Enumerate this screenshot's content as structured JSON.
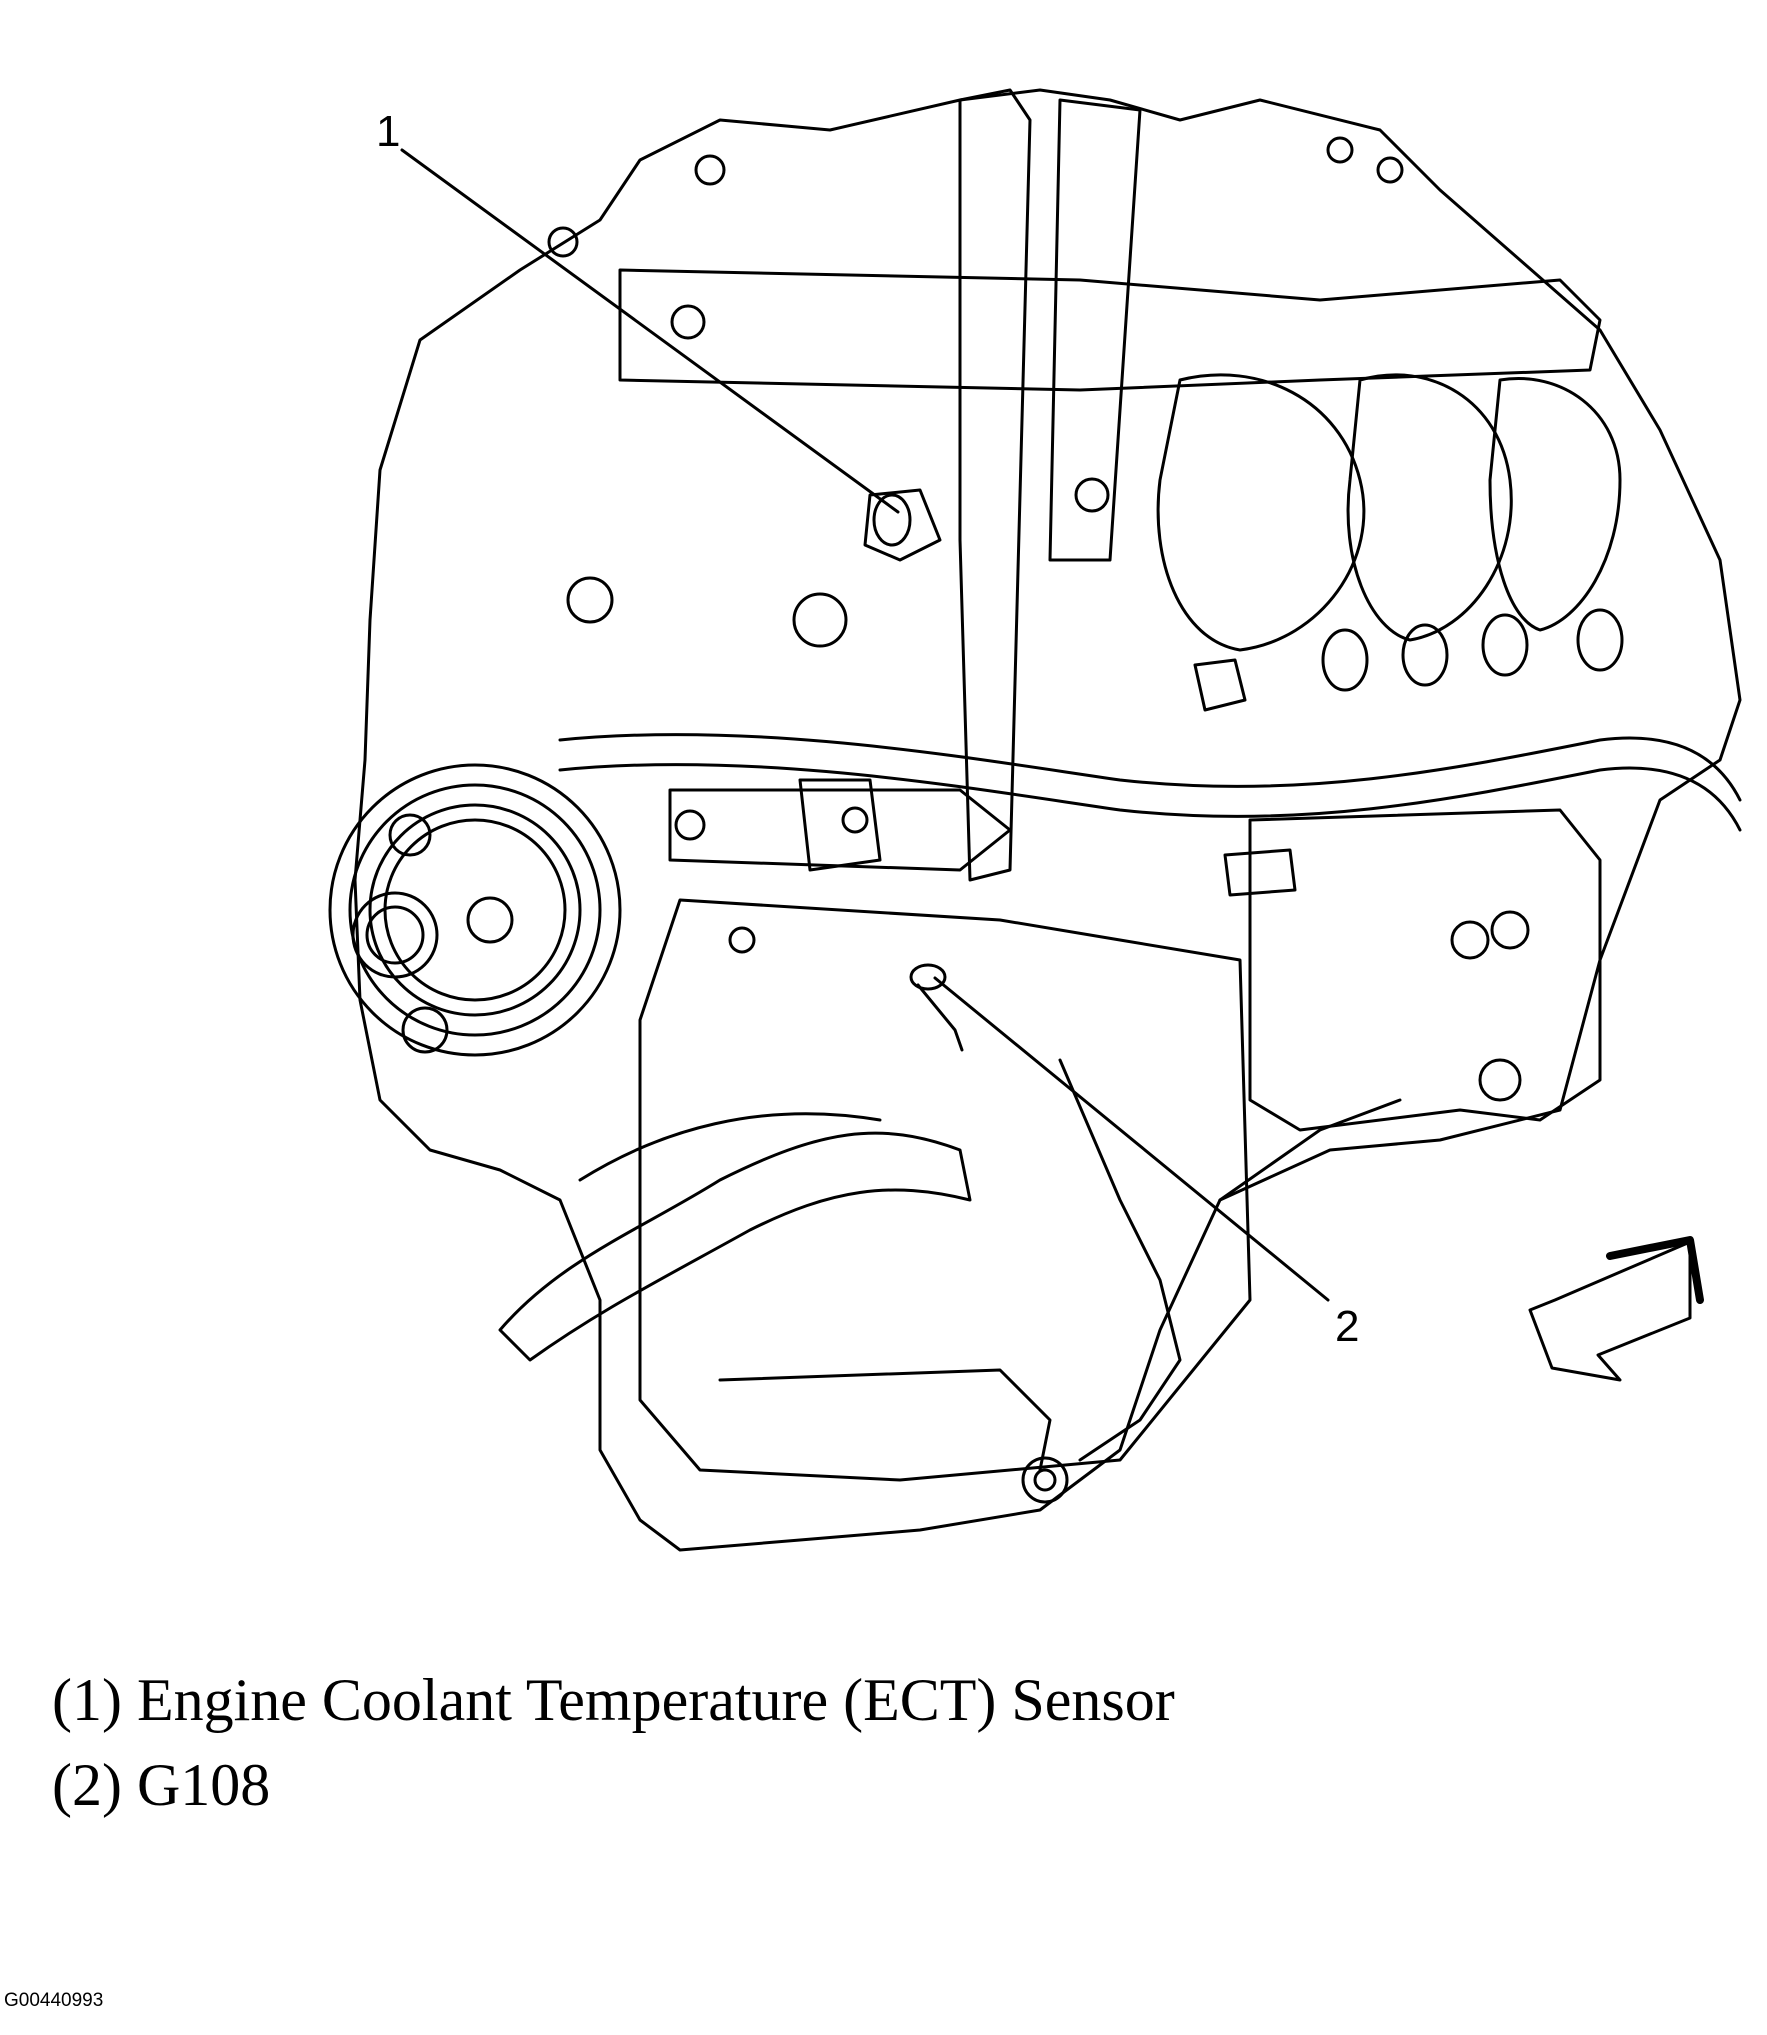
{
  "callouts": [
    {
      "number": "1",
      "label": "(1) Engine Coolant Temperature (ECT) Sensor"
    },
    {
      "number": "2",
      "label": "(2) G108"
    }
  ],
  "figure_id": "G00440993",
  "colors": {
    "line": "#000000",
    "background": "#ffffff"
  }
}
